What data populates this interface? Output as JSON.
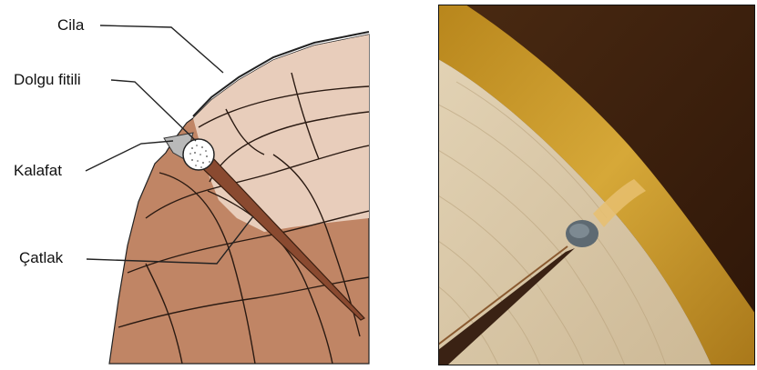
{
  "diagram": {
    "labels": {
      "polish": "Cila",
      "filler_wick": "Dolgu fitili",
      "caulking": "Kalafat",
      "crack": "Çatlak"
    }
  },
  "photo": {},
  "colors": {
    "wood_light": "#eacfbd",
    "wood_dark": "#c08060",
    "crack_fill": "#8a4a30",
    "caulk_gray": "#b9b9b9",
    "photo_background": "#3a1e0c",
    "photo_wood": "#d8c8a8",
    "photo_polish": "#c89a28"
  }
}
